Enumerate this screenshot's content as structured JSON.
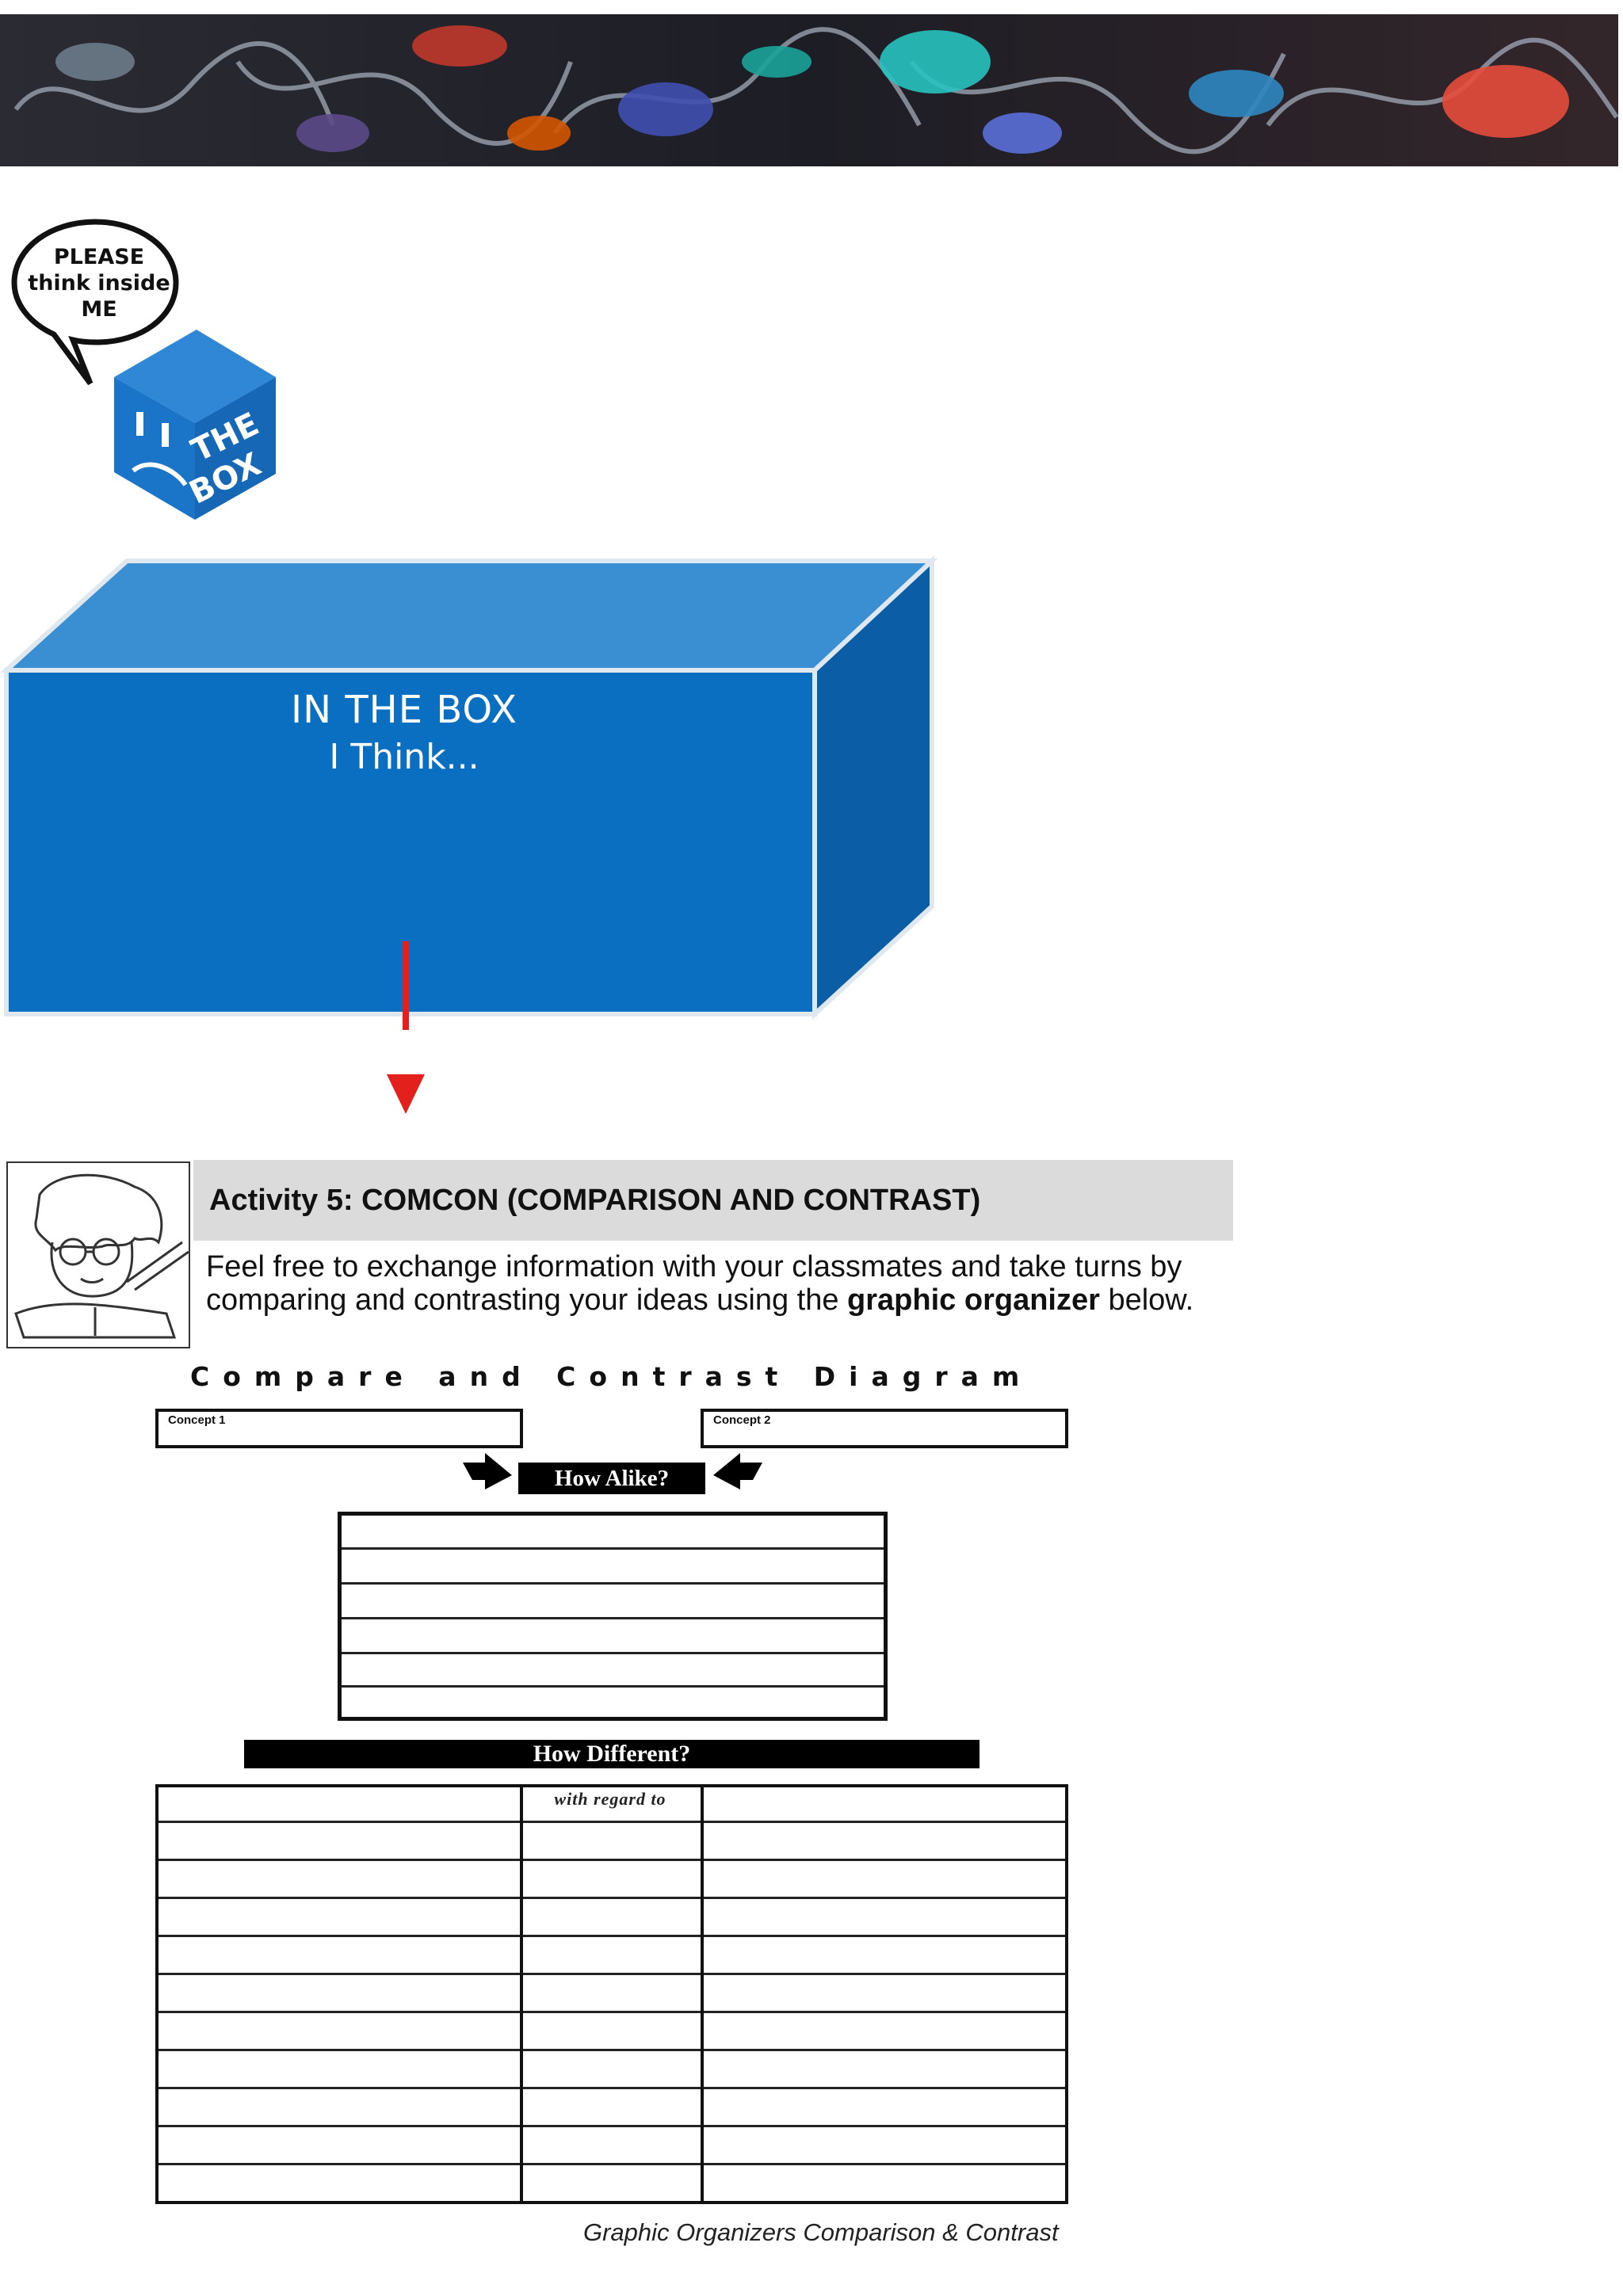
{
  "bubble": {
    "line1": "PLEASE",
    "line2": "think inside",
    "line3": "ME"
  },
  "mini_box": {
    "label_line1": "THE",
    "label_line2": "BOX"
  },
  "big_box": {
    "title": "IN THE BOX",
    "subtitle": "I Think..."
  },
  "activity": {
    "title": "Activity 5: COMCON (COMPARISON AND CONTRAST)",
    "desc_part1": "Feel free to exchange information with your classmates and take turns by comparing and contrasting your ideas using the ",
    "desc_bold": "graphic organizer",
    "desc_part2": " below."
  },
  "diagram": {
    "title": "Compare and Contrast Diagram",
    "concept1_label": "Concept 1",
    "concept2_label": "Concept 2",
    "how_alike": "How Alike?",
    "how_different": "How Different?",
    "with_regard_to": "with regard to",
    "caption": "Graphic Organizers Comparison & Contrast"
  },
  "colors": {
    "box_front": "#0a6fc1",
    "box_top": "#3a8fd2",
    "box_side": "#0b5ea6",
    "arrow": "#e3201b",
    "header_bar": "#dcdbdc"
  }
}
